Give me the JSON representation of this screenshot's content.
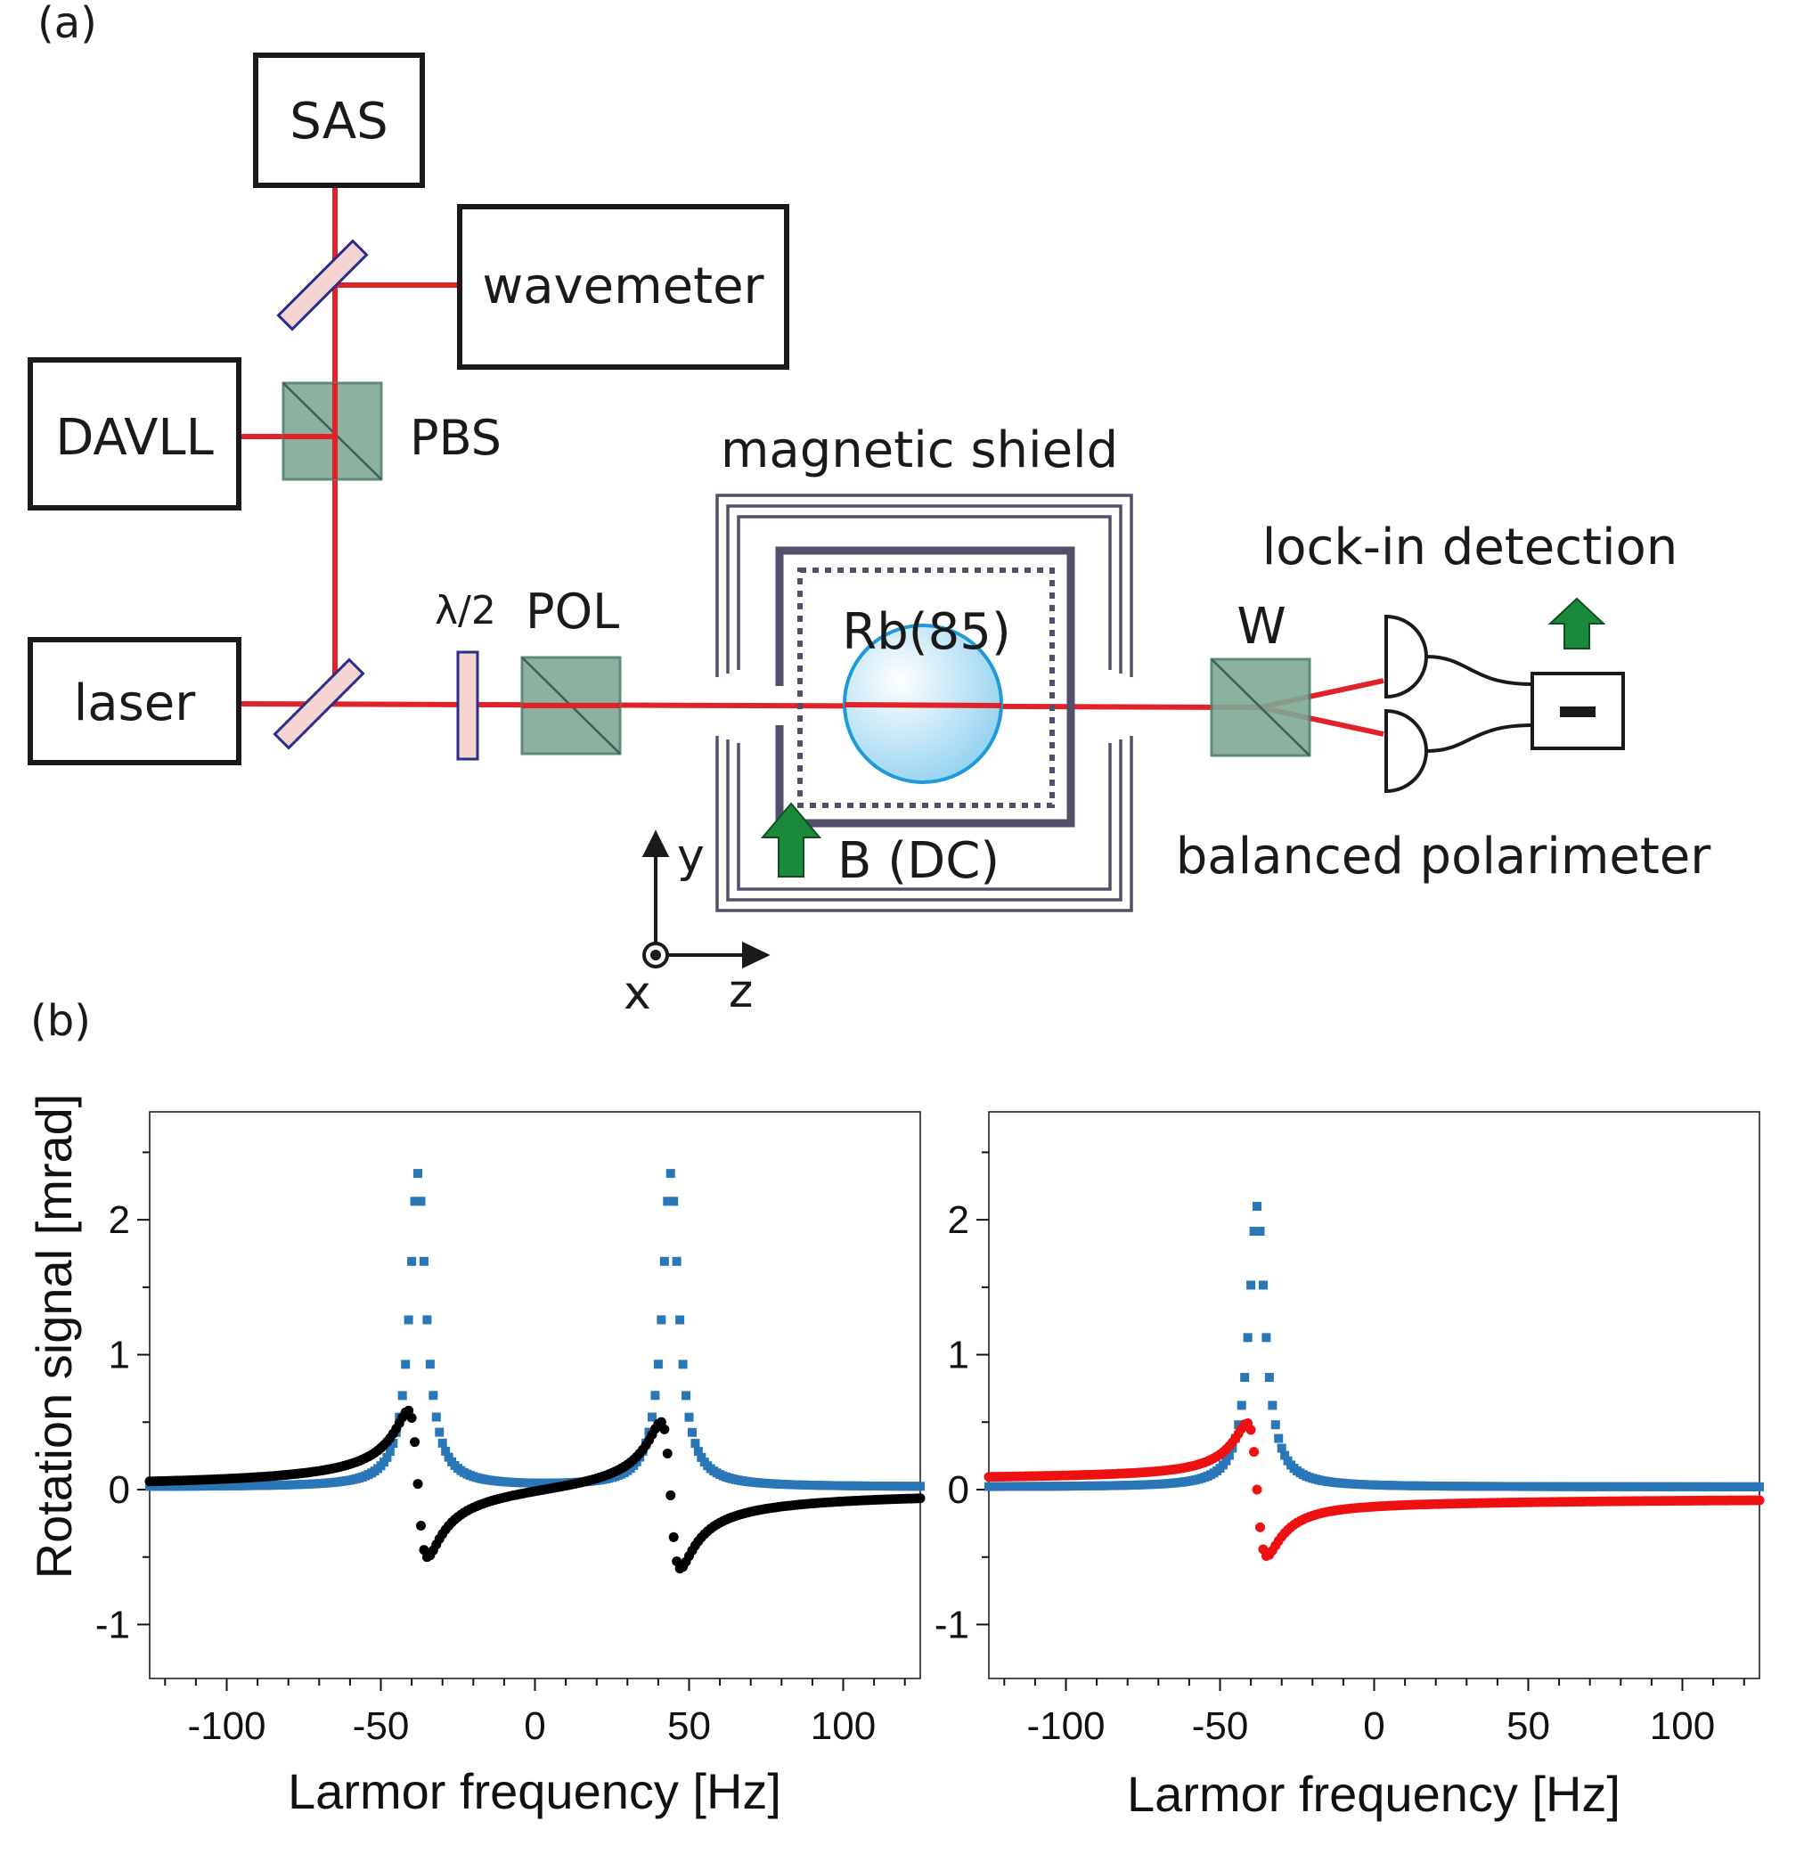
{
  "panel_a": {
    "label": "(a)",
    "boxes": {
      "sas": "SAS",
      "wavemeter": "wavemeter",
      "davll": "DAVLL",
      "laser": "laser"
    },
    "labels": {
      "pbs": "PBS",
      "half_wave": "λ/2",
      "pol": "POL",
      "shield": "magnetic shield",
      "cell": "Rb(85)",
      "field": "B (DC)",
      "wollaston": "W",
      "lockin": "lock-in detection",
      "polarimeter": "balanced polarimeter",
      "axis_y": "y",
      "axis_x": "x",
      "axis_z": "z"
    },
    "colors": {
      "beam": "#e0232b",
      "cube": "#7fa995",
      "arrow": "#1a8a3a",
      "shield": "#50506a",
      "waveplate": "#2c2c8a"
    }
  },
  "panel_b": {
    "label": "(b)",
    "ylabel": "Rotation signal [mrad]",
    "xlabel": "Larmor frequency [Hz]"
  },
  "chart_data": [
    {
      "type": "scatter",
      "xlabel": "Larmor frequency [Hz]",
      "ylabel": "Rotation signal [mrad]",
      "xlim": [
        -125,
        125
      ],
      "ylim": [
        -1.4,
        2.8
      ],
      "xticks": [
        -100,
        -50,
        0,
        50,
        100
      ],
      "yticks": [
        -1,
        0,
        1,
        2
      ],
      "colors": [
        "#2a77b8",
        "#000000"
      ],
      "series": [
        {
          "name": "",
          "color": "#2a77b8",
          "marker": "square",
          "resonances": [
            {
              "x0": -38,
              "gamma": 3.2,
              "amp": 2.32
            },
            {
              "x0": 44,
              "gamma": 3.2,
              "amp": 2.32
            }
          ]
        },
        {
          "name": "",
          "color": "#000000",
          "marker": "circle",
          "resonances": [
            {
              "x0": -38,
              "gamma": 3.2,
              "amp": 2.32
            },
            {
              "x0": 44,
              "gamma": 3.2,
              "amp": 2.32
            }
          ]
        }
      ]
    },
    {
      "type": "scatter",
      "xlabel": "Larmor frequency [Hz]",
      "ylabel": "",
      "xlim": [
        -125,
        125
      ],
      "ylim": [
        -1.4,
        2.8
      ],
      "xticks": [
        -100,
        -50,
        0,
        50,
        100
      ],
      "yticks": [
        -1,
        0,
        1,
        2
      ],
      "colors": [
        "#2a77b8",
        "#ee1111"
      ],
      "series": [
        {
          "name": "",
          "color": "#2a77b8",
          "marker": "square",
          "resonances": [
            {
              "x0": -38,
              "gamma": 3.2,
              "amp": 2.08
            }
          ]
        },
        {
          "name": "",
          "color": "#ee1111",
          "marker": "circle",
          "resonances": [
            {
              "x0": -38,
              "gamma": 3.2,
              "amp": 2.08
            }
          ]
        }
      ]
    }
  ]
}
